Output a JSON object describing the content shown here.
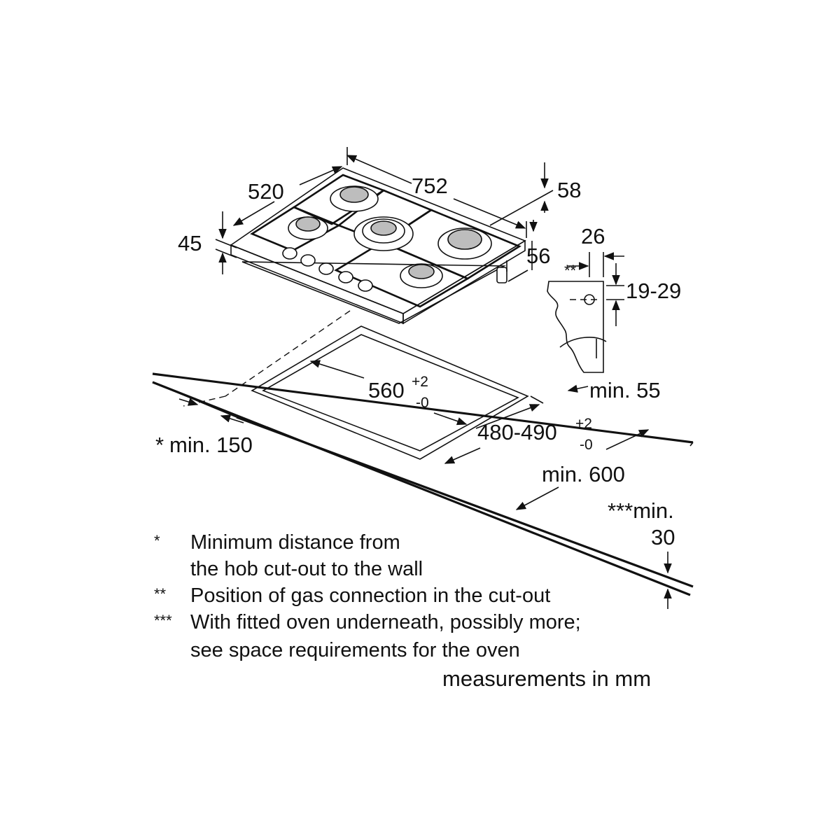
{
  "dimensions": {
    "depth": "520",
    "width": "752",
    "height": "45",
    "height_total": "58",
    "gas_offset_depth": "56",
    "gas_offset": "26",
    "gas_height": "19-29",
    "gas_marker": "**",
    "front_min": "min. 55",
    "cutout_width": "560",
    "cutout_width_tol_plus": "+2",
    "cutout_width_tol_minus": "-0",
    "cutout_depth": "480-490",
    "cutout_depth_tol_plus": "+2",
    "cutout_depth_tol_minus": "-0",
    "counter_min_depth": "min. 600",
    "wall_min": "min. 150",
    "wall_marker": "*",
    "oven_min_line1": "***min.",
    "oven_min_line2": "30"
  },
  "notes": [
    {
      "marker": "*",
      "lines": [
        "Minimum distance from",
        "the hob cut-out to the wall"
      ]
    },
    {
      "marker": "**",
      "lines": [
        "Position of gas connection in the cut-out"
      ]
    },
    {
      "marker": "***",
      "lines": [
        "With fitted oven underneath, possibly more;",
        "see space requirements for the oven"
      ]
    }
  ],
  "units_label": "measurements in mm"
}
